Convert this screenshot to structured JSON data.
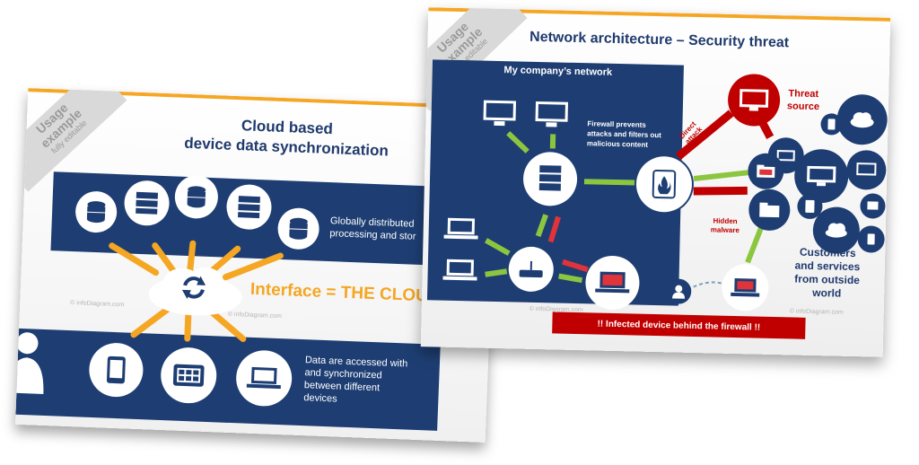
{
  "ribbon": {
    "line1": "Usage",
    "line2": "example",
    "line3": "fully editable"
  },
  "cloud_slide": {
    "title_line1": "Cloud based",
    "title_line2": "device data synchronization",
    "servers_text_line1": "Globally distributed",
    "servers_text_line2": "processing and stor",
    "interface_label": "Interface = THE CLOU",
    "devices_text": [
      "Data are accessed with",
      "and synchronized",
      "between different",
      "devices"
    ],
    "watermark": "© infoDiagram.com",
    "colors": {
      "panel": "#1e3e73",
      "accent": "#f5a623",
      "title": "#1f3a6d"
    }
  },
  "network_slide": {
    "title": "Network architecture – Security threat",
    "company_network_label": "My company’s network",
    "firewall_text": [
      "Firewall prevents",
      "attacks and filters out",
      "malicious content"
    ],
    "direct_attack_label": "Direct attack",
    "threat_source_label": [
      "Threat",
      "source"
    ],
    "hidden_malware_label": [
      "Hidden",
      "malware"
    ],
    "customers_label": [
      "Customers",
      "and services",
      "from outside",
      "world"
    ],
    "infected_banner": "!! Infected device behind the firewall !!",
    "watermark": "© infoDiagram.com",
    "colors": {
      "panel": "#1e3e73",
      "arrow_green": "#8cc63f",
      "threat_red": "#c00000",
      "title": "#1f3a6d"
    }
  }
}
